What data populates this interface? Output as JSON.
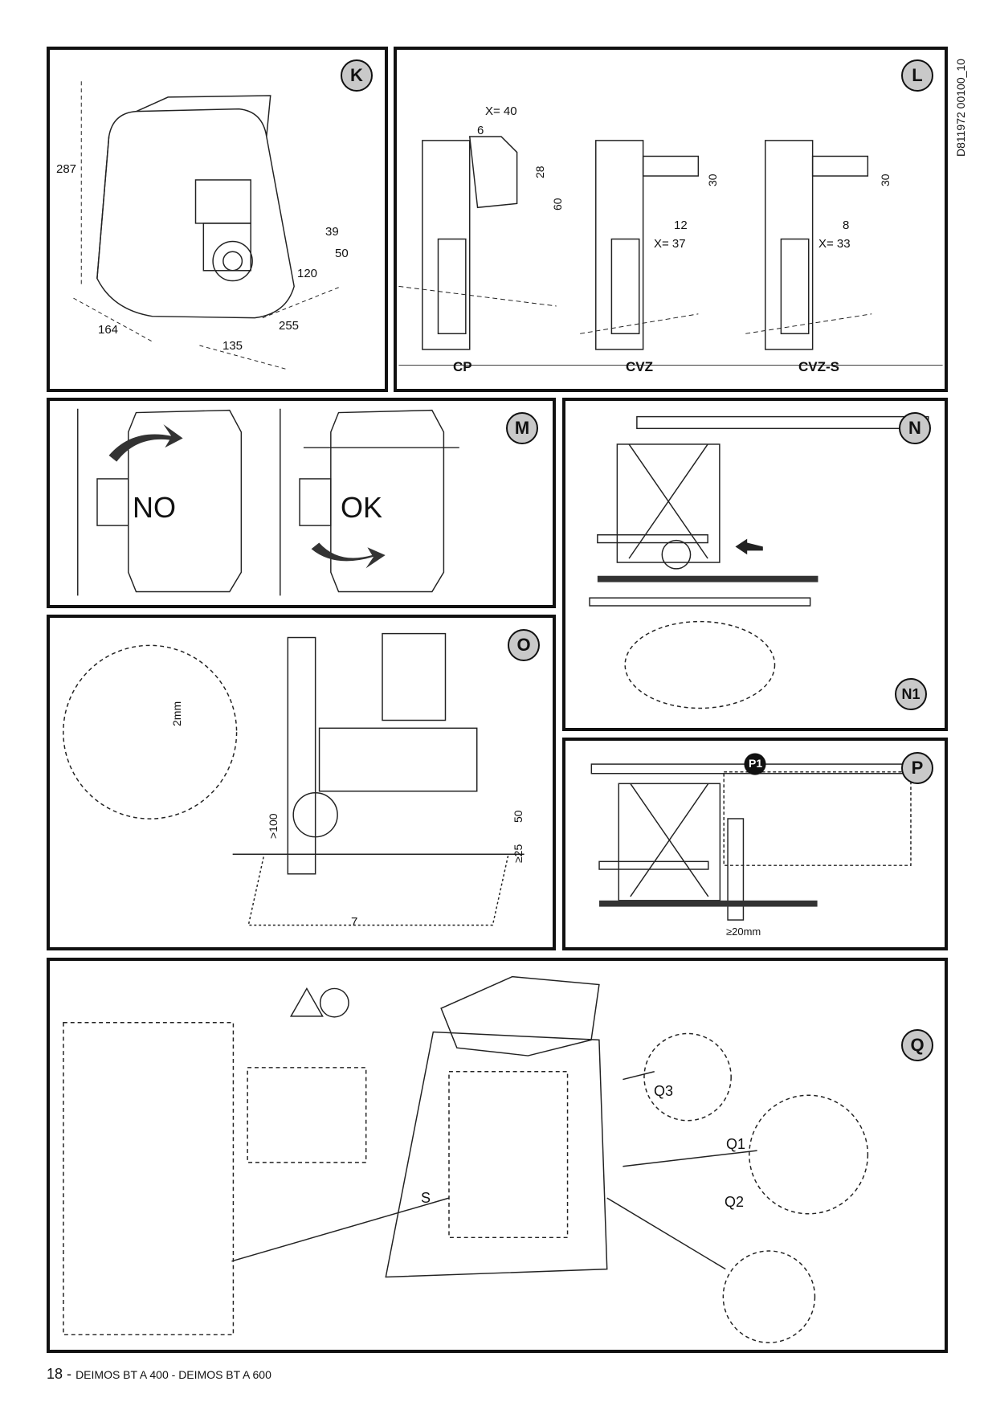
{
  "doc_id": "D811972 00100_10",
  "footer": {
    "page": "18",
    "separator": "-",
    "title": "DEIMOS BT A 400 - DEIMOS BT A 600"
  },
  "panels": {
    "K": {
      "badge": "K",
      "dims": {
        "h287": "287",
        "d164": "164",
        "d135": "135",
        "d255": "255",
        "d120": "120",
        "d39": "39",
        "d50": "50"
      }
    },
    "L": {
      "badge": "L",
      "x40": "X= 40",
      "d6": "6",
      "d28": "28",
      "d60": "60",
      "cvz_30": "30",
      "cvz_12": "12",
      "cvz_x": "X= 37",
      "cvzs_30": "30",
      "cvzs_8": "8",
      "cvzs_x": "X= 33",
      "labels": [
        "CP",
        "CVZ",
        "CVZ-S"
      ]
    },
    "M": {
      "badge": "M",
      "no": "NO",
      "ok": "OK"
    },
    "N": {
      "badge": "N",
      "badge2": "N1"
    },
    "O": {
      "badge": "O",
      "d2mm": "2mm",
      "d100": ">100",
      "d50": "50",
      "d25": "≥25",
      "d7": "7"
    },
    "P": {
      "badge": "P",
      "p1": "P1",
      "d20": "≥20mm"
    },
    "Q": {
      "badge": "Q",
      "q1": "Q1",
      "q2": "Q2",
      "q3": "Q3",
      "s": "S"
    }
  }
}
